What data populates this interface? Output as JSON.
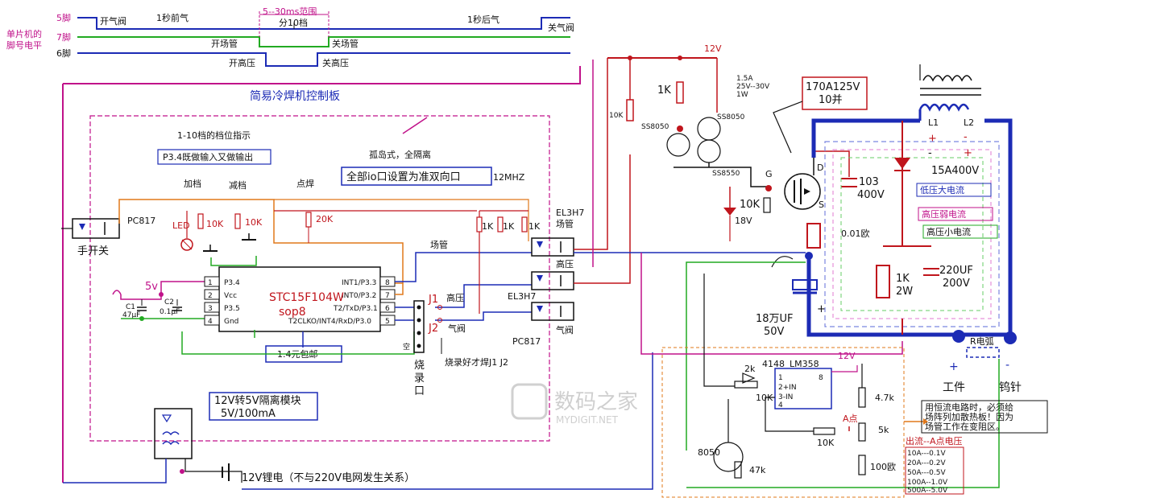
{
  "timing": {
    "side_label_1": "单片机的",
    "side_label_2": "脚号电平",
    "pin5": "5脚",
    "pin7": "7脚",
    "pin6": "6脚",
    "open_valve": "开气阀",
    "pre_gas": "1秒前气",
    "range_1": "5--30ms范围",
    "range_2": "分10档",
    "post_gas": "1秒后气",
    "close_valve": "关气阀",
    "open_fet": "开场管",
    "close_fet": "关场管",
    "open_hv": "开高压",
    "close_hv": "关高压"
  },
  "board": {
    "title": "简易冷焊机控制板",
    "level_indicator": "1-10档的档位指示",
    "p34_note": "P3.4既做输入又做输出",
    "inc": "加档",
    "dec": "减档",
    "spot": "点焊",
    "island": "孤岛式，全隔离",
    "io_note": "全部io口设置为准双向口",
    "mhz": "12MHZ",
    "pc817_left": "PC817",
    "hand_switch": "手开关",
    "led": "LED",
    "r10k_a": "10K",
    "r10k_b": "10K",
    "r20k": "20K",
    "five_v": "5v",
    "c1": "C1",
    "c1v": "47μF",
    "c2": "C2",
    "c2v": "0.1μF",
    "mcu": "STC15F104W",
    "pkg": "sop8",
    "price": "1.4元包邮",
    "pin1": "1",
    "pin2": "2",
    "pin3": "3",
    "pin4": "4",
    "pin5": "5",
    "pin6": "6",
    "pin7": "7",
    "pin8": "8",
    "p34": "P3.4",
    "vcc": "Vcc",
    "p35": "P3.5",
    "gnd": "Gnd",
    "int1": "INT1/P3.3",
    "int0": "INT0/P3.2",
    "t2": "T2/TxD/P3.1",
    "t2clk": "T2CLKO/INT4/RxD/P3.0",
    "r1k_a": "1K",
    "r1k_b": "1K",
    "r1k_c": "1K",
    "el3h7_top": "EL3H7",
    "fet_label": "场管",
    "fet_label2": "场管",
    "hv_label": "高压",
    "hv_label2": "高压",
    "el3h7_mid": "EL3H7",
    "j1": "J1",
    "j2": "J2",
    "gas_valve": "气阀",
    "gas_valve2": "气阀",
    "pc817_right": "PC817",
    "empty": "空",
    "burn_1": "烧",
    "burn_2": "录",
    "burn_3": "口",
    "burn_note": "烧录好才焊J1 J2",
    "iso_module_1": "12V转5V隔离模块",
    "iso_module_2": "5V/100mA",
    "battery": "12V锂电（不与220V电网发生关系）"
  },
  "power": {
    "v12_top": "12V",
    "r1k": "1K",
    "r10k": "10K",
    "ss8050_a": "SS8050",
    "ss8050_b": "SS8050",
    "ss8550": "SS8550",
    "spec_1": "1.5A",
    "spec_2": "25V--30V",
    "spec_3": "1W",
    "fet_spec_1": "170A125V",
    "fet_spec_2": "10并",
    "g": "G",
    "d": "D",
    "s": "S",
    "r10k_b": "10K",
    "zener": "18V",
    "cap103": "103",
    "cap103v": "400V",
    "shunt": "0.01欧",
    "cap_big": "18万UF",
    "cap_big_v": "50V",
    "l1": "L1",
    "l2": "L2",
    "diode": "15A400V",
    "low_hv": "低压大电流",
    "high_weak": "高压弱电流",
    "high_small": "高压小电流",
    "r1k2w_1": "1K",
    "r1k2w_2": "2W",
    "c220_1": "220UF",
    "c220_2": "200V",
    "r_arc": "R电弧",
    "work": "工件",
    "tungsten": "钨针"
  },
  "sense": {
    "v12": "12V",
    "lm358": "LM358",
    "d4148": "4148",
    "r2k": "2k",
    "r10k_a": "10K",
    "r10k_b": "10K",
    "pin1": "1",
    "pin2": "2+IN",
    "pin3": "3-IN",
    "pin4": "4",
    "pin8": "8",
    "r47k": "4.7k",
    "r5k": "5k",
    "pt_a": "A点",
    "r100": "100欧",
    "t8050": "8050",
    "r47": "47k",
    "note_1": "用恒流电路时，必须给",
    "note_2": "场阵列加散热板！因为",
    "note_3": "场管工作在变阻区。",
    "table_title": "出流--A点电压",
    "row1": "10A---0.1V",
    "row2": "20A---0.2V",
    "row3": "50A---0.5V",
    "row4": "100A--1.0V",
    "row5": "500A--5.0V"
  },
  "watermark": {
    "cn": "数码之家",
    "en": "MYDIGIT.NET"
  }
}
